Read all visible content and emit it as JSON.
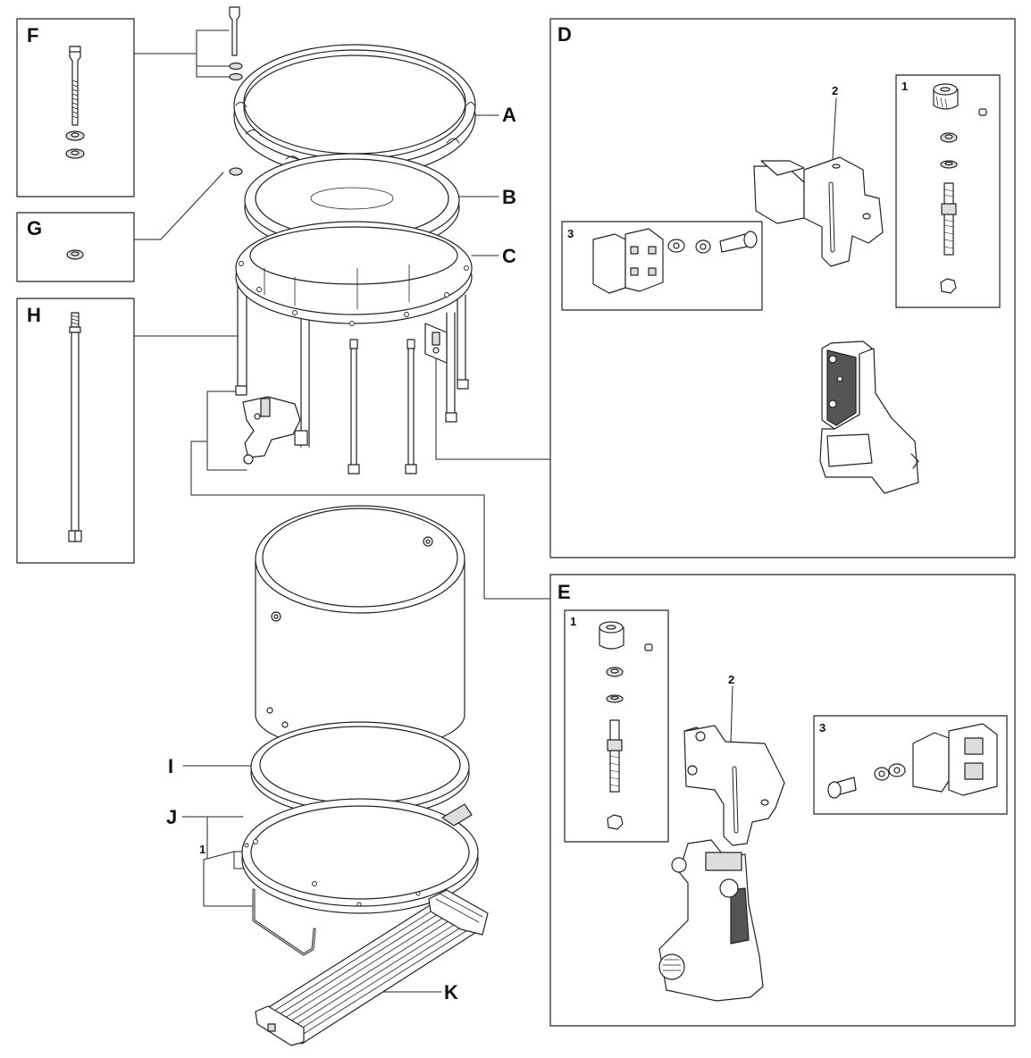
{
  "labels": {
    "A": "A",
    "B": "B",
    "C": "C",
    "D": "D",
    "E": "E",
    "F": "F",
    "G": "G",
    "H": "H",
    "I": "I",
    "J": "J",
    "K": "K"
  },
  "sublabels": {
    "d1": "1",
    "d2": "2",
    "d3": "3",
    "e1": "1",
    "e2": "2",
    "e3": "3",
    "j1": "1"
  },
  "colors": {
    "line": "#222222",
    "fill": "#ffffff",
    "shade": "#555555",
    "light": "#e6e6e6"
  }
}
